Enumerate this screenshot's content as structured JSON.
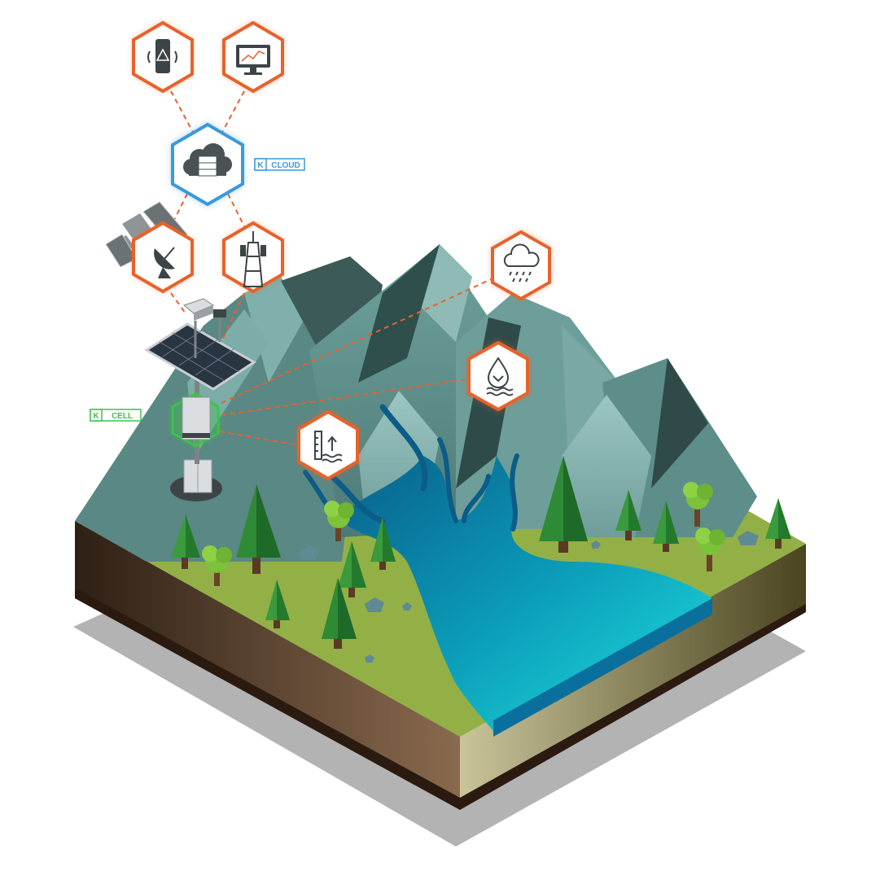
{
  "labels": {
    "cloud": {
      "k": "K",
      "text": "CLOUD"
    },
    "cell": {
      "k": "K",
      "text": "CELL"
    }
  },
  "nodes": [
    {
      "id": "alert-phone",
      "icon": "phone-alert-icon"
    },
    {
      "id": "monitor",
      "icon": "monitor-chart-icon"
    },
    {
      "id": "cloud-server",
      "icon": "cloud-server-icon"
    },
    {
      "id": "satellite-dish",
      "icon": "satellite-dish-icon"
    },
    {
      "id": "cell-tower",
      "icon": "cell-tower-icon"
    },
    {
      "id": "rain-sensor",
      "icon": "rain-cloud-icon"
    },
    {
      "id": "water-quality",
      "icon": "water-drop-icon"
    },
    {
      "id": "water-level",
      "icon": "water-level-icon"
    }
  ],
  "colors": {
    "accent_orange": "#e8622a",
    "cloud_blue": "#3a9ad9",
    "cell_green": "#3cc24a",
    "mountain": "#5f8f8c",
    "grass": "#92b046",
    "lake": "#19c9d2",
    "soil": "#6b4a36"
  }
}
